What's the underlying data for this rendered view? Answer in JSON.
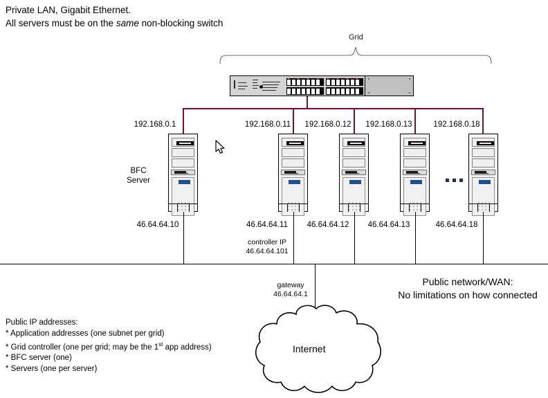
{
  "header": {
    "line1": "Private LAN, Gigabit Ethernet.",
    "line2_a": "All servers must be on the ",
    "line2_em": "same",
    "line2_b": " non-blocking switch"
  },
  "grid": {
    "label": "Grid"
  },
  "switch": {
    "name": "rack-mount-gigabit-switch"
  },
  "servers": [
    {
      "private_ip": "192.168.0.1",
      "public_ip": "46.64.64.10",
      "role_line1": "BFC",
      "role_line2": "Server"
    },
    {
      "private_ip": "192.168.0.11",
      "public_ip": "46.64.64.11",
      "note_line1": "controller IP",
      "note_line2": "46.64.64.101"
    },
    {
      "private_ip": "192.168.0.12",
      "public_ip": "46.64.64.12"
    },
    {
      "private_ip": "192.168.0.13",
      "public_ip": "46.64.64.13"
    },
    {
      "private_ip": "192.168.0.18",
      "public_ip": "46.64.64.18"
    }
  ],
  "ellipsis": "...",
  "gateway": {
    "line1": "gateway",
    "line2": "46.64.64.1"
  },
  "wan": {
    "line1": "Public network/WAN:",
    "line2": "No limitations on how connected"
  },
  "cloud": {
    "label": "Internet"
  },
  "public_ip_notes": {
    "title": "Public IP addresses:",
    "items": [
      "* Application addresses (one subnet per grid)",
      "* BFC server (one)",
      "* Servers (one per server)"
    ],
    "controller_item_a": "* Grid controller (one per grid; may be the 1",
    "controller_item_sup": "st",
    "controller_item_b": " app  address)"
  },
  "colors": {
    "lan_wire": "#7a0b35",
    "wan_wire": "#000000",
    "server_badge": "#1c4f96",
    "background": "#ffffff"
  }
}
